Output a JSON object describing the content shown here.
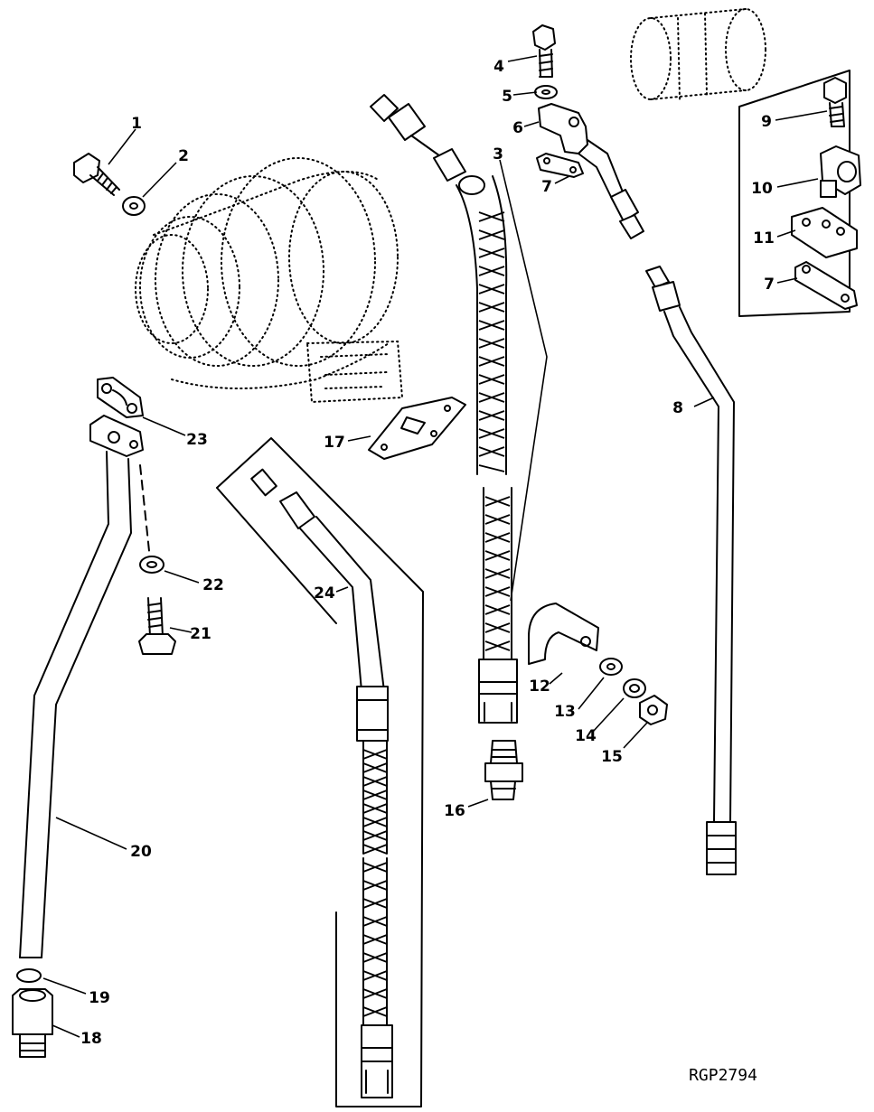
{
  "diagram": {
    "reference_code": "RGP2794",
    "callouts": [
      "1",
      "2",
      "3",
      "4",
      "5",
      "6",
      "7",
      "7",
      "8",
      "9",
      "10",
      "11",
      "12",
      "13",
      "14",
      "15",
      "16",
      "17",
      "18",
      "19",
      "20",
      "21",
      "22",
      "23",
      "24"
    ]
  },
  "colors": {
    "ink": "#000000",
    "paper": "#ffffff"
  }
}
